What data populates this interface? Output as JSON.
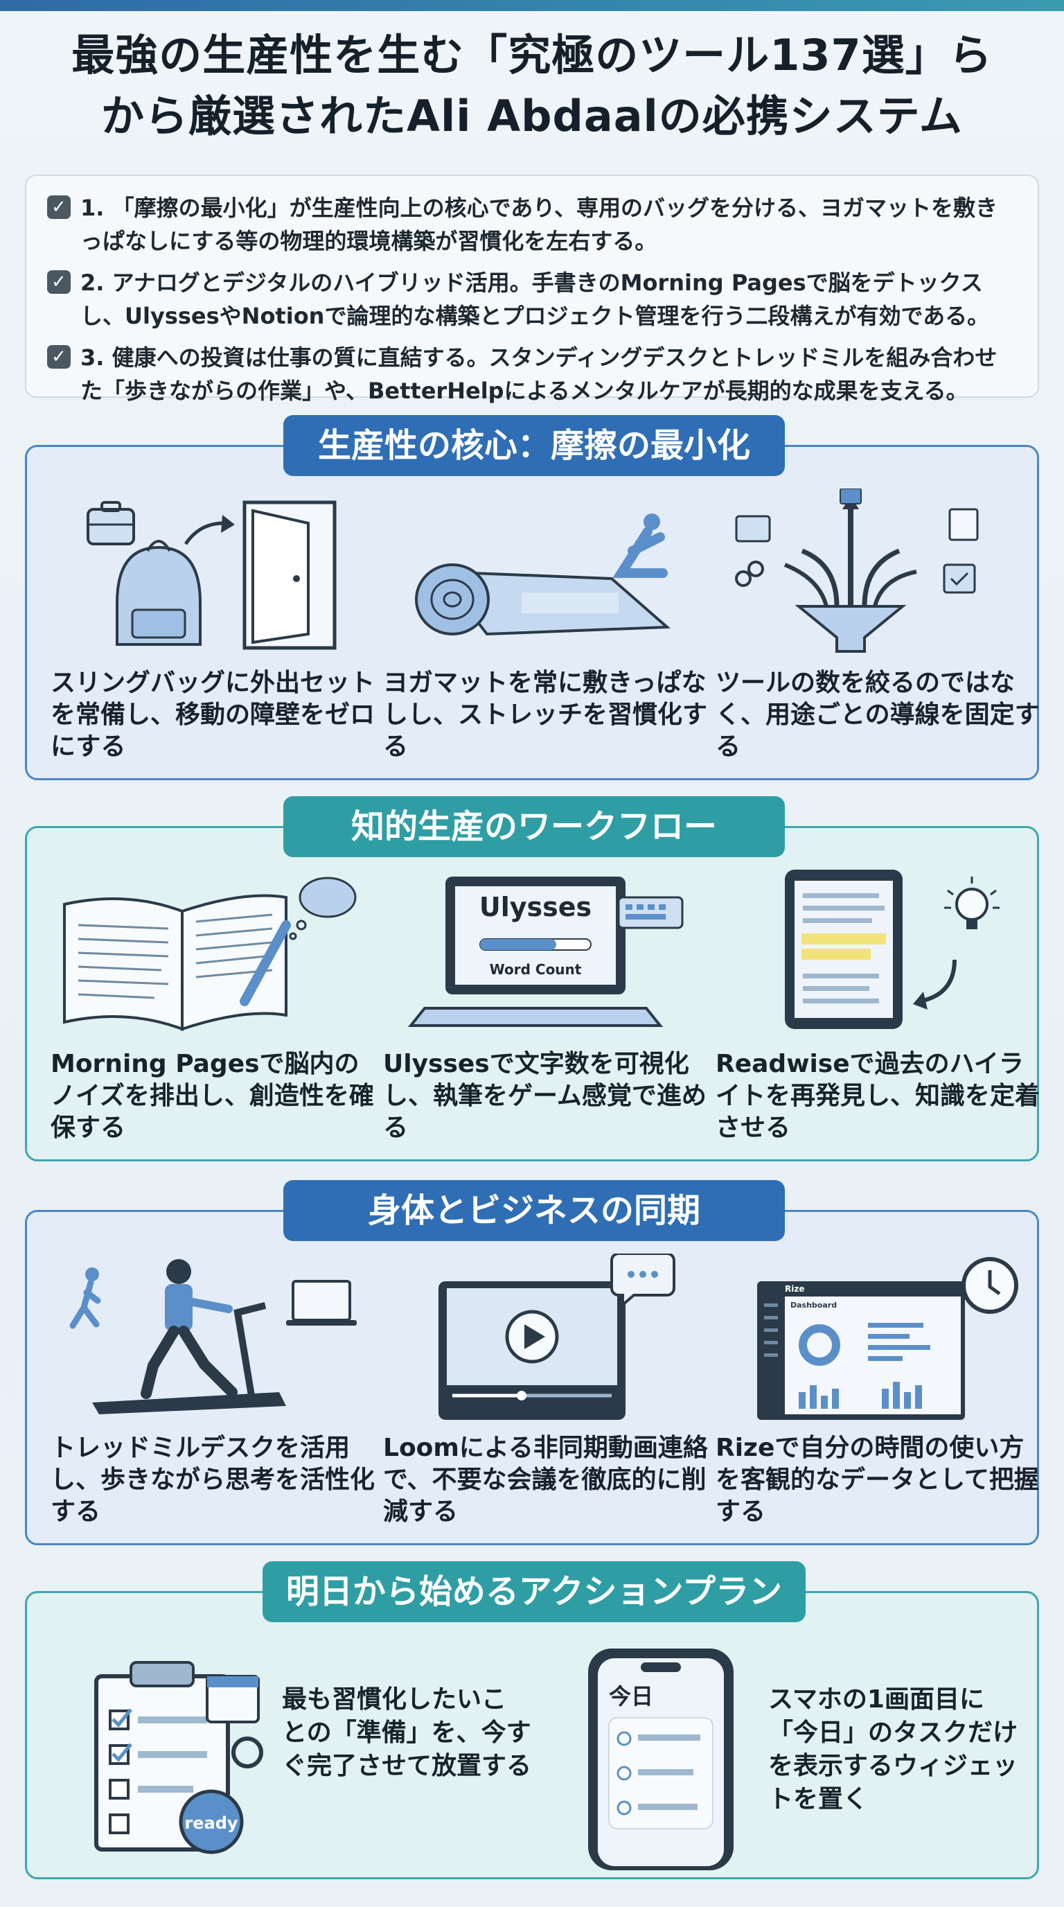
{
  "title": {
    "line1": "最強の生産性を生む「究極のツール137選」ら",
    "line2": "から厳選されたAli Abdaalの必携システム"
  },
  "summary": [
    {
      "check": "✓",
      "text": "1. 「摩擦の最小化」が生産性向上の核心であり、専用のバッグを分ける、ヨガマットを敷きっぱなしにする等の物理的環境構築が習慣化を左右する。"
    },
    {
      "check": "✓",
      "text": "2. アナログとデジタルのハイブリッド活用。手書きのMorning Pagesで脳をデトックスし、UlyssesやNotionで論理的な構築とプロジェクト管理を行う二段構えが有効である。"
    },
    {
      "check": "✓",
      "text": "3. 健康への投資は仕事の質に直結する。スタンディングデスクとトレッドミルを組み合わせた「歩きながらの作業」や、BetterHelpによるメンタルケアが長期的な成果を支える。"
    }
  ],
  "sections": {
    "friction": {
      "title": "生産性の核心：摩擦の最小化",
      "cards": [
        "スリングバッグに外出セットを常備し、移動の障壁をゼロにする",
        "ヨガマットを常に敷きっぱなしし、ストレッチを習慣化する",
        "ツールの数を絞るのではなく、用途ごとの導線を固定する"
      ]
    },
    "workflow": {
      "title": "知的生産のワークフロー",
      "ulysses_label": "Ulysses",
      "wordcount_label": "Word Count",
      "cards": [
        "Morning Pagesで脳内のノイズを排出し、創造性を確保する",
        "Ulyssesで文字数を可視化し、執筆をゲーム感覚で進める",
        "Readwiseで過去のハイライトを再発見し、知識を定着させる"
      ]
    },
    "body": {
      "title": "身体とビジネスの同期",
      "rize_label": "Rize",
      "dashboard_label": "Dashboard",
      "cards": [
        "トレッドミルデスクを活用し、歩きながら思考を活性化する",
        "Loomによる非同期動画連絡で、不要な会議を徹底的に削減する",
        "Rizeで自分の時間の使い方を客観的なデータとして把握する"
      ]
    },
    "action": {
      "title": "明日から始めるアクションプラン",
      "ready_label": "ready",
      "today_label": "今日",
      "cards": [
        "最も習慣化したいことの「準備」を、今すぐ完了させて放置する",
        "スマホの1画面目に「今日」のタスクだけを表示するウィジェットを置く"
      ]
    }
  },
  "colors": {
    "blue": "#2f6eb5",
    "teal": "#2f9ea4",
    "illustration": "#5b8fc9",
    "dark": "#2b3a48"
  }
}
